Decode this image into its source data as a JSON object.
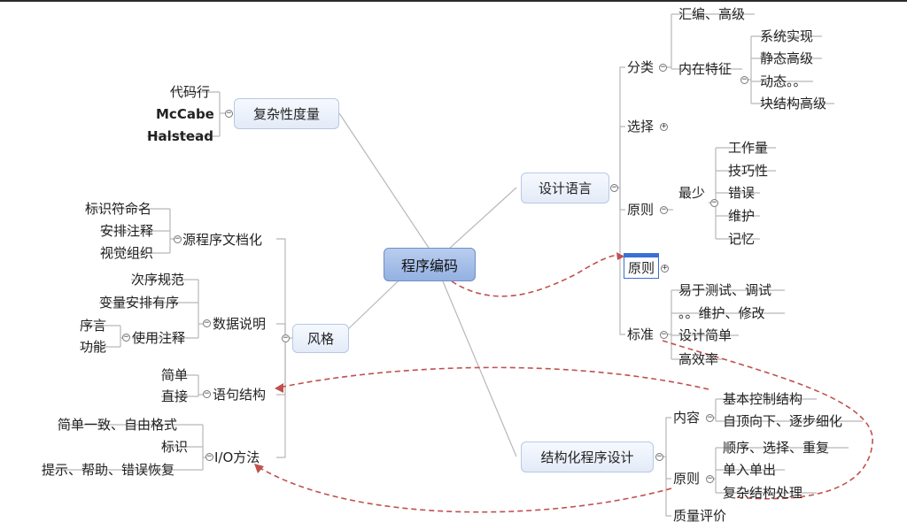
{
  "root": "程序编码",
  "left": {
    "complexity": {
      "label": "复杂性度量",
      "items": [
        "代码行",
        "McCabe",
        "Halstead"
      ]
    },
    "style": {
      "label": "风格",
      "source_doc": {
        "label": "源程序文档化",
        "items": [
          "标识符命名",
          "安排注释",
          "视觉组织"
        ]
      },
      "data_desc": {
        "label": "数据说明",
        "items": [
          "次序规范",
          "变量安排有序"
        ],
        "comments": {
          "label": "使用注释",
          "items": [
            "序言",
            "功能"
          ]
        }
      },
      "stmt": {
        "label": "语句结构",
        "items": [
          "简单",
          "直接"
        ]
      },
      "io": {
        "label": "I/O方法",
        "items": [
          "简单一致、自由格式",
          "标识",
          "提示、帮助、错误恢复"
        ]
      }
    }
  },
  "right": {
    "design_lang": {
      "label": "设计语言",
      "category": {
        "label": "分类",
        "asm": "汇编、高级",
        "inner": {
          "label": "内在特征",
          "items": [
            "系统实现",
            "静态高级",
            "动态。。",
            "块结构高级"
          ]
        }
      },
      "choose": "选择",
      "principle": {
        "label": "原则",
        "least": {
          "label": "最少",
          "items": [
            "工作量",
            "技巧性",
            "错误",
            "维护",
            "记忆"
          ]
        }
      },
      "principle_sel": "原则",
      "standard": {
        "label": "标准",
        "items": [
          "易于测试、调试",
          "。。维护、修改",
          "设计简单",
          "高效率"
        ]
      }
    },
    "structured": {
      "label": "结构化程序设计",
      "content": {
        "label": "内容",
        "items": [
          "基本控制结构",
          "自顶向下、逐步细化"
        ]
      },
      "principle": {
        "label": "原则",
        "items": [
          "顺序、选择、重复",
          "单入单出",
          "复杂结构处理"
        ]
      },
      "quality": "质量评价"
    }
  },
  "colors": {
    "root_fill": "#a8c0ea",
    "branch_fill": "#e9effa",
    "relation": "#c0504d",
    "line": "#b5b5b5"
  }
}
